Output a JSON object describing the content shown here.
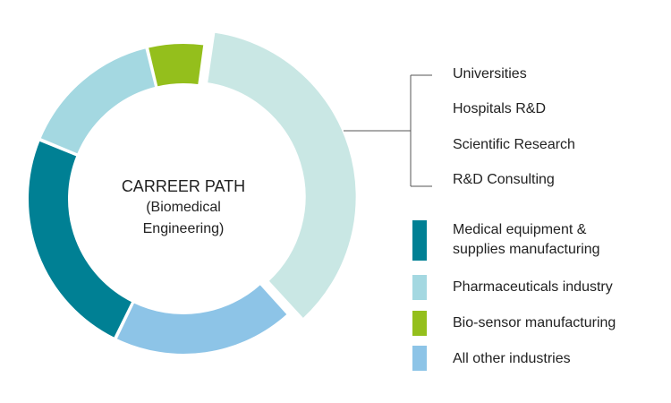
{
  "chart_data": {
    "type": "pie",
    "title": "CARREER PATH",
    "subtitle": [
      "(Biomedical",
      "Engineering)"
    ],
    "slices": [
      {
        "label": "Pharmaceuticals industry",
        "value": 36,
        "color": "#c9e7e4",
        "exploded": true
      },
      {
        "label": "All other industries",
        "value": 19,
        "color": "#8dc4e7",
        "exploded": false
      },
      {
        "label": "Medical equipment & supplies manufacturing",
        "value": 24,
        "color": "#008094",
        "exploded": false
      },
      {
        "label": "Pharmaceuticals industry",
        "value": 15,
        "color": "#a4d8e1",
        "exploded": false
      },
      {
        "label": "Bio-sensor manufacturing",
        "value": 6,
        "color": "#94bf1c",
        "exploded": false
      }
    ],
    "breakdown": {
      "items": [
        "Universities",
        "Hospitals R&D",
        "Scientific Research",
        "R&D Consulting"
      ]
    },
    "legend": [
      {
        "label_lines": [
          "Medical equipment &",
          "supplies manufacturing"
        ],
        "color": "#008094"
      },
      {
        "label_lines": [
          "Pharmaceuticals industry"
        ],
        "color": "#a4d8e1"
      },
      {
        "label_lines": [
          "Bio-sensor manufacturing"
        ],
        "color": "#94bf1c"
      },
      {
        "label_lines": [
          "All other industries"
        ],
        "color": "#8dc4e7"
      }
    ]
  }
}
